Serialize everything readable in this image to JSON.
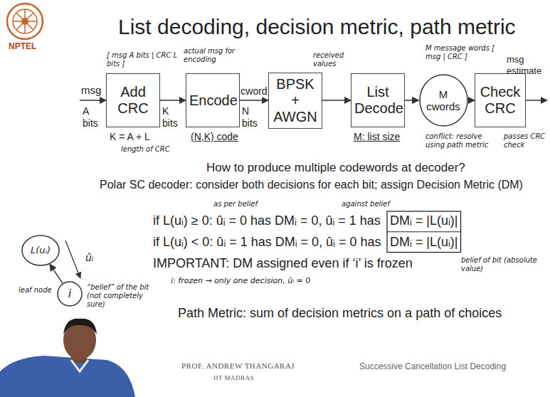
{
  "diagram": {
    "title": "List decoding, decision metric, path metric",
    "nodes": [
      {
        "text": [
          "Add CRC"
        ]
      },
      {
        "text": [
          "Encode"
        ]
      },
      {
        "text": [
          "BPSK + AWGN"
        ]
      },
      {
        "text": [
          "List Decode"
        ]
      },
      {
        "text": [
          "M cwords"
        ]
      },
      {
        "text": [
          "Check CRC"
        ]
      },
      {
        "text": [
          "L(uᵢ)"
        ]
      },
      {
        "text": [
          "i"
        ]
      }
    ],
    "edges": [
      {
        "from": 0,
        "to": 1,
        "arrow": "to"
      },
      {
        "from": 1,
        "to": 2,
        "arrow": "to",
        "label": "cword"
      },
      {
        "from": 2,
        "to": 3,
        "arrow": "to"
      },
      {
        "from": 3,
        "to": 4,
        "arrow": "to"
      },
      {
        "from": 4,
        "to": 5,
        "arrow": "to"
      },
      {
        "from": 7,
        "to": 6,
        "arrow": "to"
      }
    ],
    "labels": [
      "NPTEL",
      "msg",
      "A bits",
      "K bits",
      "N bits",
      "msg estimate",
      "K = A + L",
      "(N,K) code",
      "M: list size",
      "[ msg A bits | CRC L bits ]",
      "actual msg for encoding",
      "length of CRC",
      "received values",
      "M message words [ msg | CRC ]",
      "passes CRC check",
      "conflict: resolve using path metric",
      "How to produce multiple codewords at decoder?",
      "Polar SC decoder: consider both decisions for each bit; assign Decision Metric (DM)",
      "if L(uᵢ) ≥ 0: ûᵢ = 0 has DMᵢ = 0, ûᵢ = 1 has",
      "DMᵢ = |L(uᵢ)|",
      "if L(uᵢ) < 0: ûᵢ = 1 has DMᵢ = 0, ûᵢ = 0 has",
      "DMᵢ = |L(uᵢ)|",
      "as per belief",
      "against belief",
      "IMPORTANT: DM assigned even if ‘i’ is frozen",
      "i: frozen → only one decision, ûᵢ = 0",
      "belief of bit (absolute value)",
      "Path Metric: sum of decision metrics on a path of choices",
      "ûᵢ",
      "leaf node",
      "“belief” of the bit (not completely sure)",
      "PROF. ANDREW THANGARAJ",
      "IIT MADRAS",
      "Successive Cancellation List Decoding"
    ]
  }
}
